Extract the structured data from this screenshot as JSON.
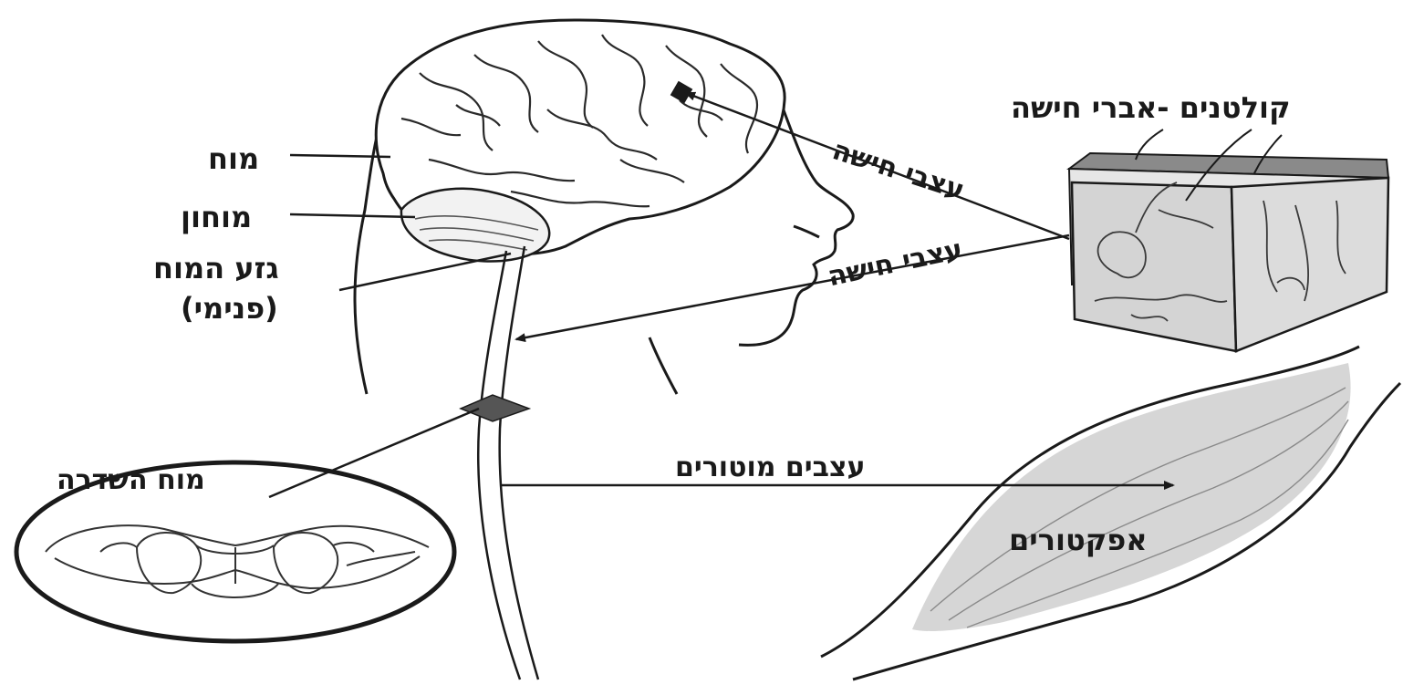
{
  "labels": {
    "brain": "מוח",
    "cerebellum": "מוחון",
    "brain_stem_line1": "גזע המוח",
    "brain_stem_line2": "(פנימי)",
    "receptors": "קולטנים -אברי חישה",
    "sensory_nerves_upper": "עצבי חישה",
    "sensory_nerves_lower": "עצבי חישה",
    "spinal_cord": "מוח השדרה",
    "motor_nerves": "עצבים מוטורים",
    "effectors": "אפקטורים"
  },
  "colors": {
    "line": "#1a1a1a",
    "skin_top": "#8a8a8a",
    "skin_block": "#d9d9d9",
    "muscle": "#d4d4d4",
    "marker": "#555555"
  }
}
